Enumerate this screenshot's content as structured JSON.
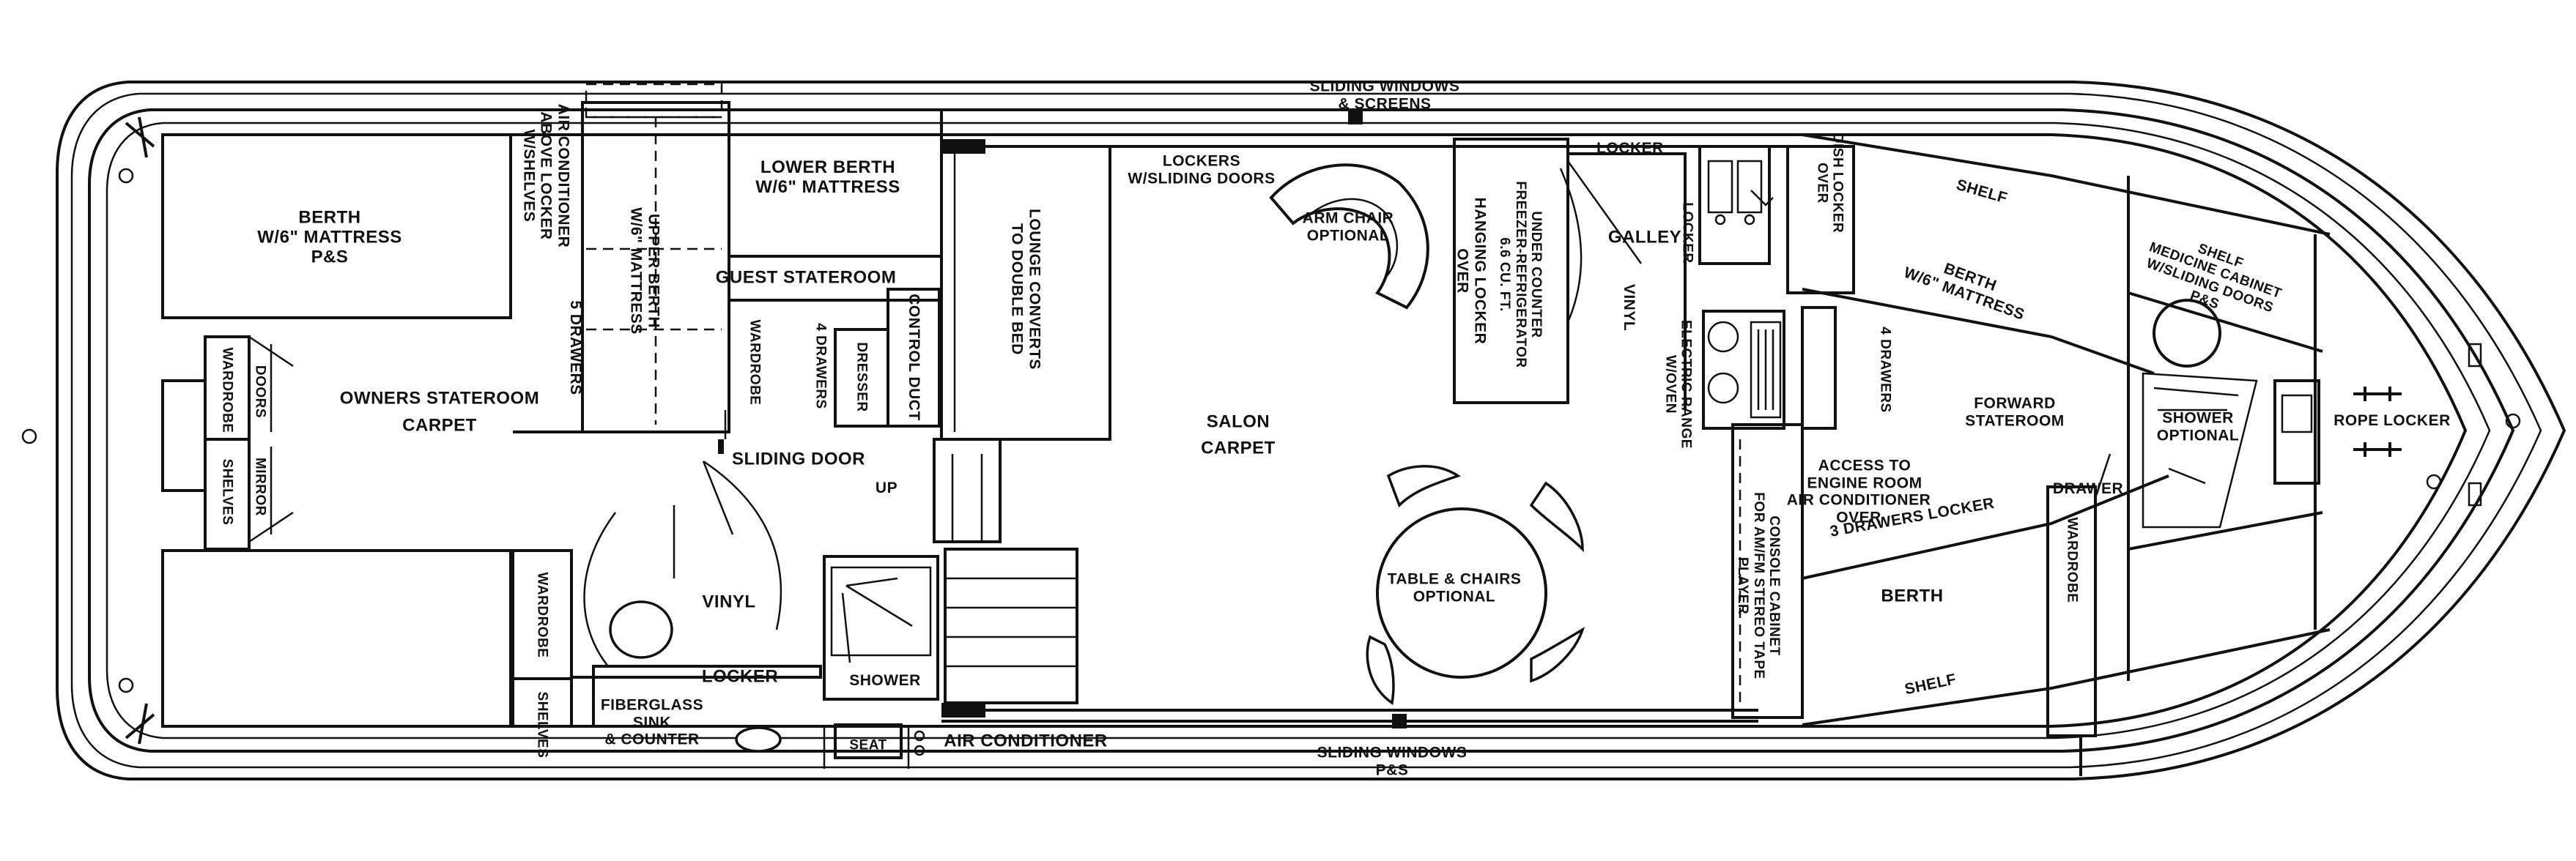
{
  "labels": {
    "berth_owners": "BERTH\nW/6\" MATTRESS\nP&S",
    "air_conditioner_above_locker": "AIR CONDITIONER\nABOVE LOCKER\nW/SHELVES",
    "upper_berth": "UPPER BERTH\nW/6\" MATTRESS",
    "lower_berth": "LOWER BERTH\nW/6\" MATTRESS",
    "guest_stateroom": "GUEST STATEROOM",
    "five_drawers": "5 DRAWERS",
    "wardrobe_guest": "WARDROBE",
    "four_drawers_guest": "4 DRAWERS",
    "dresser": "DRESSER",
    "control_duct": "CONTROL DUCT",
    "lounge_converts": "LOUNGE CONVERTS\nTO DOUBLE BED",
    "wardrobe_owners": "WARDROBE",
    "doors": "DOORS",
    "owners_stateroom": "OWNERS STATEROOM",
    "carpet_owners": "CARPET",
    "shelves_owners": "SHELVES",
    "mirror": "MIRROR",
    "sliding_door": "SLIDING DOOR",
    "up": "UP",
    "vinyl_head": "VINYL",
    "wardrobe_head": "WARDROBE",
    "locker_head": "LOCKER",
    "shower_head": "SHOWER",
    "shelves_head": "SHELVES",
    "fiberglass_sink": "FIBERGLASS\nSINK\n& COUNTER",
    "seat": "SEAT",
    "air_conditioner_bottom": "AIR CONDITIONER",
    "sliding_windows_screens": "SLIDING WINDOWS\n& SCREENS",
    "lockers_sliding_doors": "LOCKERS\nW/SLIDING DOORS",
    "arm_chair": "ARM CHAIR\nOPTIONAL",
    "salon": "SALON",
    "carpet_salon": "CARPET",
    "table_chairs": "TABLE & CHAIRS\nOPTIONAL",
    "sliding_windows_ps": "SLIDING WINDOWS\nP&S",
    "hanging_locker": "HANGING LOCKER\nOVER",
    "under_counter_fridge": "UNDER COUNTER\nFREEZER-REFRIGERATOR\n6.6 CU. FT.",
    "locker_galley_top": "LOCKER",
    "galley": "GALLEY",
    "locker_galley_side": "LOCKER",
    "vinyl_galley": "VINYL",
    "electric_range": "ELECTRIC RANGE\nW/OVEN",
    "console_cabinet": "CONSOLE CABINET\nFOR AM/FM STEREO TAPE\nPLAYER",
    "dish_locker": "DISH LOCKER\nOVER",
    "shelf_top": "SHELF",
    "berth_forward": "BERTH\nW/6\" MATTRESS",
    "four_drawers_forward": "4 DRAWERS",
    "forward_stateroom": "FORWARD\nSTATEROOM",
    "access_engine": "ACCESS TO\nENGINE ROOM",
    "air_conditioner_over": "AIR CONDITIONER\nOVER",
    "three_drawers_locker": "3 DRAWERS  LOCKER",
    "drawer": "DRAWER",
    "berth_lower_fwd": "BERTH",
    "wardrobe_fwd": "WARDROBE",
    "shelf_bottom": "SHELF",
    "shelf_medicine": "SHELF\nMEDICINE CABINET\nW/SLIDING DOORS\nP&S",
    "shower_optional": "SHOWER\nOPTIONAL",
    "rope_locker": "ROPE LOCKER"
  }
}
